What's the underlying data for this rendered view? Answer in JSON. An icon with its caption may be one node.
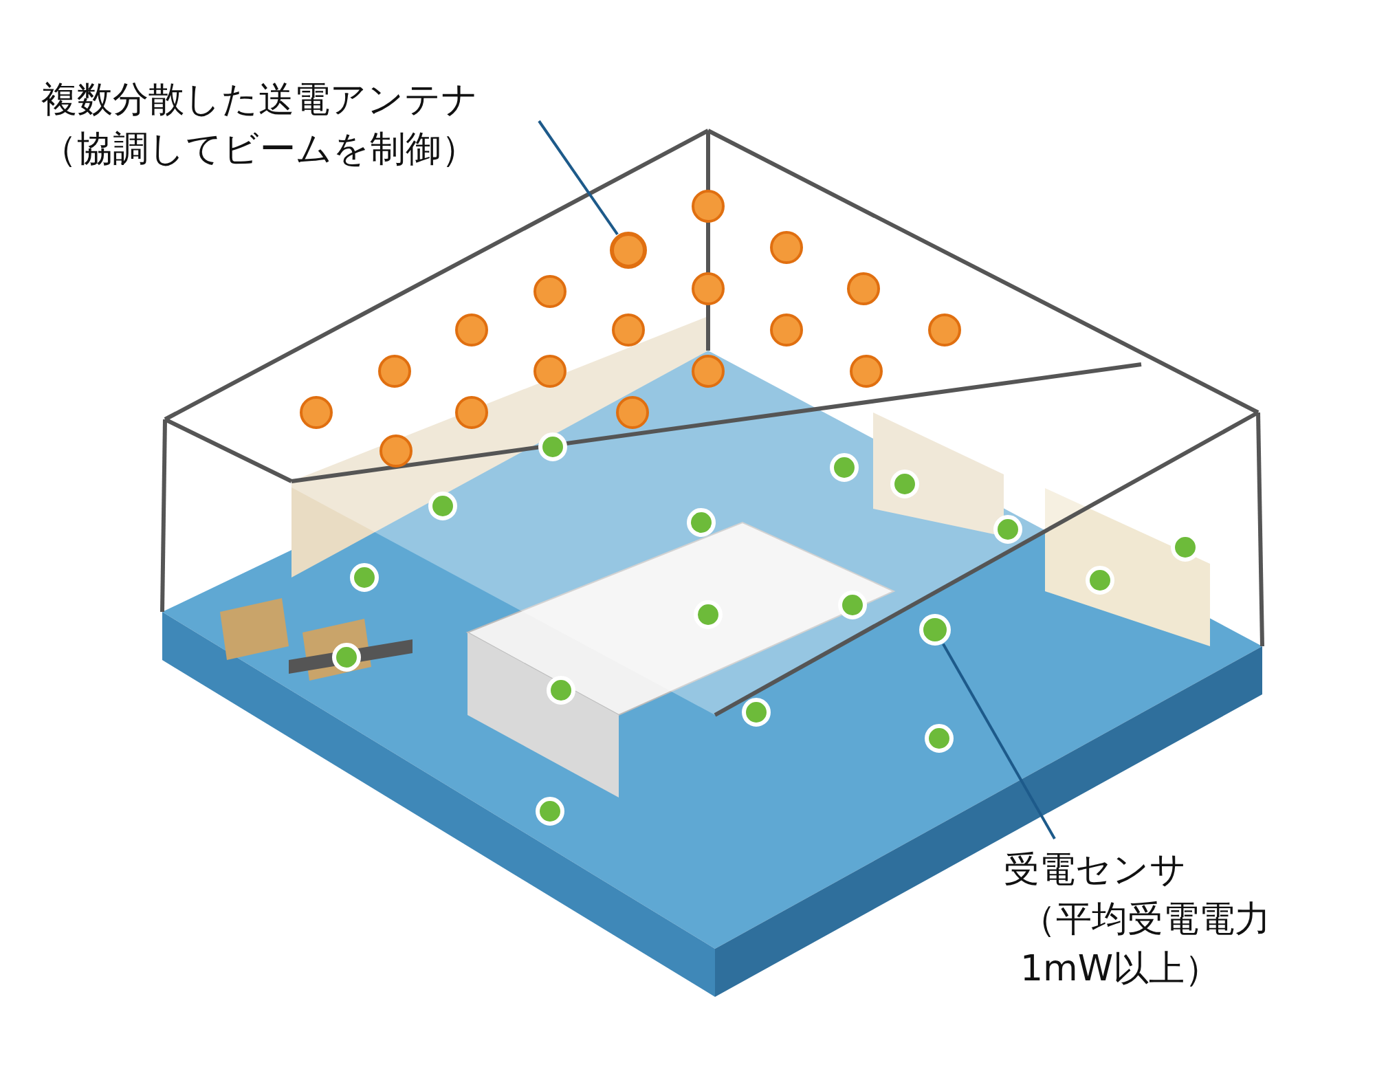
{
  "diagram": {
    "nodes": [
      {
        "text": [
          "複数分散した送電アンテナ（協調してビームを制御）"
        ]
      },
      {
        "text": [],
        "shape": "circle"
      },
      {
        "text": [
          "受電センサ",
          "（平均受電電力1mW以上）"
        ]
      },
      {
        "text": [],
        "shape": "circle"
      }
    ],
    "edges": [
      {
        "from": 0,
        "to": 1,
        "arrow": "none"
      },
      {
        "from": 2,
        "to": 3,
        "arrow": "none"
      }
    ]
  }
}
